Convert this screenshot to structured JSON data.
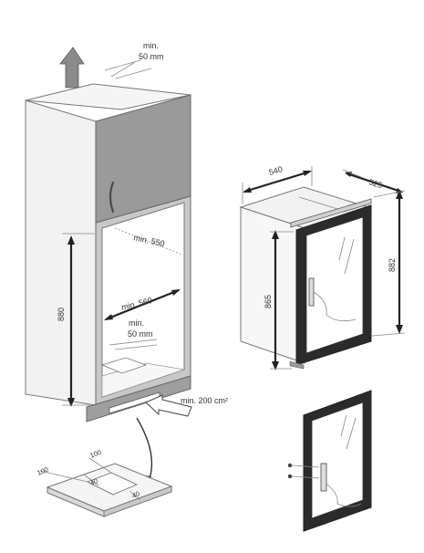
{
  "labels": {
    "top_clearance": "min.\n50 mm",
    "depth_550": "min. 550",
    "width_560": "min. 560",
    "height_880": "880",
    "bottom_clearance": "min.\n50 mm",
    "vent_area": "min. 200 cm²",
    "cooler_width": "540",
    "cooler_depth": "525",
    "cooler_height_total": "882",
    "cooler_height_body": "865",
    "base_left_100": "100",
    "base_top_100": "100",
    "base_40_a": "40",
    "base_40_b": "40"
  },
  "icons": {
    "vent_arrow": "up-arrow-icon",
    "air_in_arrow": "left-arrow-icon",
    "door_hinge": "hinge-icon"
  },
  "colors": {
    "cabinet_side": "#f4f4f4",
    "cabinet_top": "#f7f7f7",
    "upper_door": "#9a9a9a",
    "frame": "#7e7e7e",
    "door_frame": "#2b2b2b",
    "glass": "#ffffff",
    "dimension_line": "#222222"
  }
}
